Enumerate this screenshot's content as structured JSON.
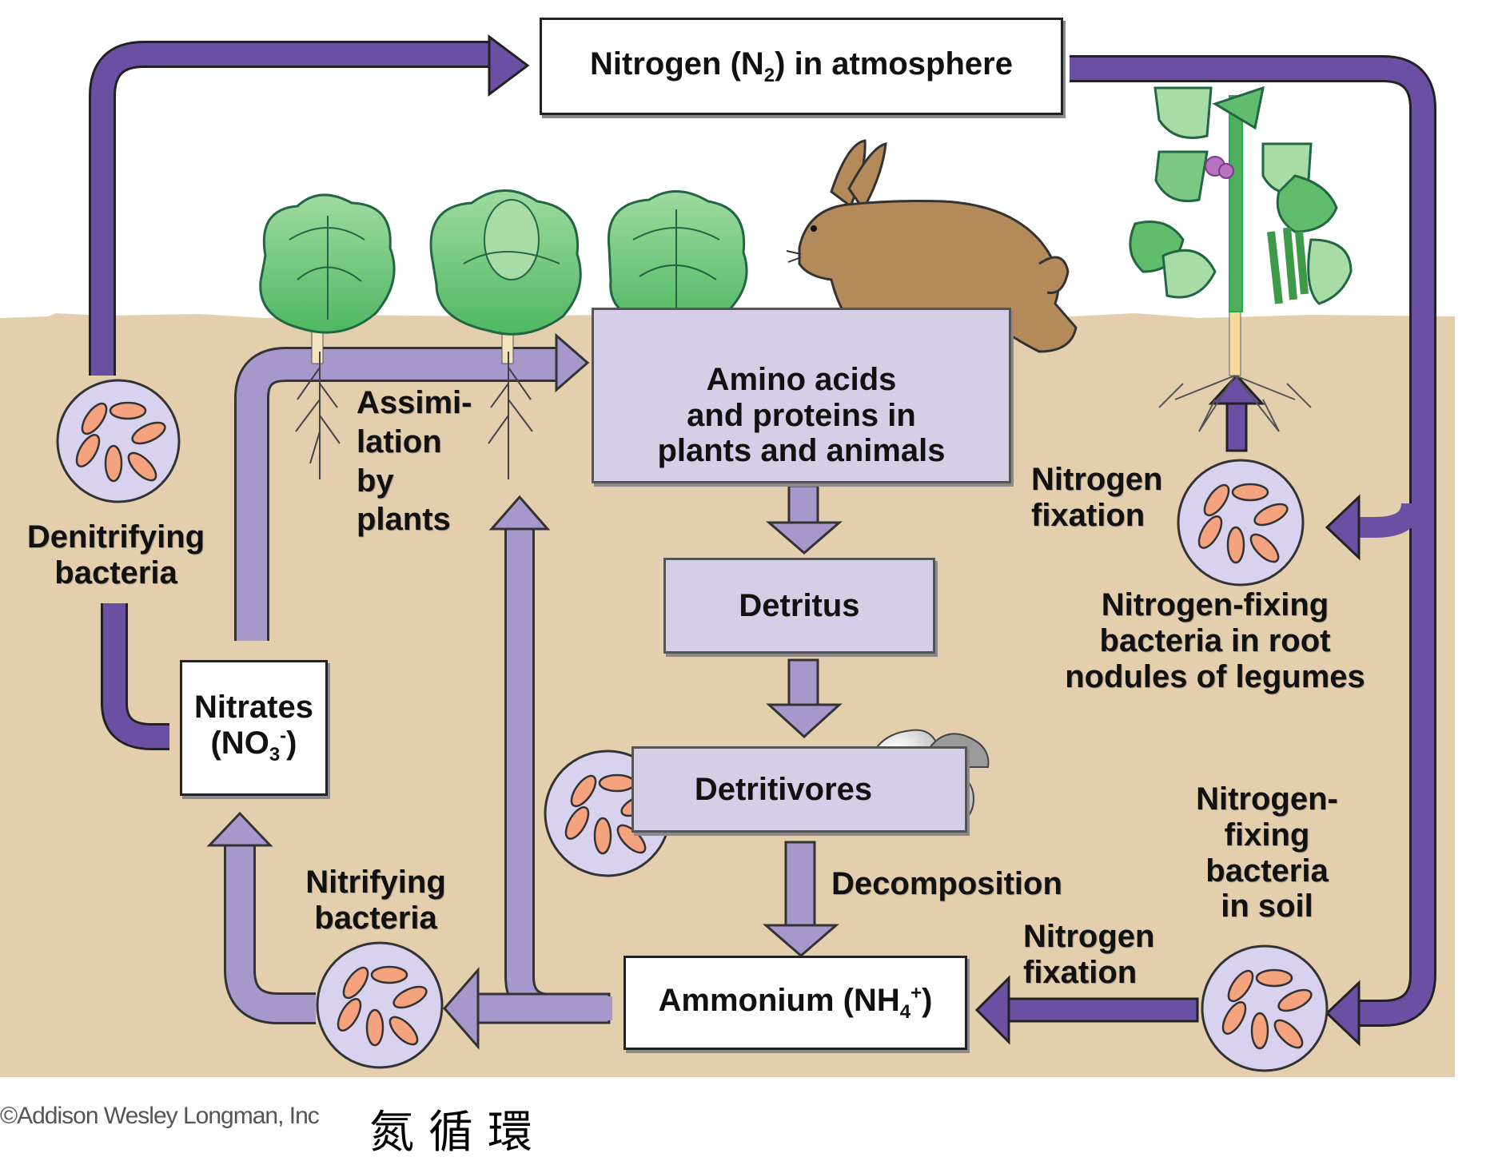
{
  "diagram": {
    "title": "Nitrogen cycle",
    "colors": {
      "soil": "#e3cfae",
      "sky": "#ffffff",
      "dark_arrow": "#6a4fa3",
      "light_arrow": "#a798cc",
      "lilac_box": "#d6cde6",
      "bacteria": "#f5a37f",
      "bacteria_disc": "#d8d2ee"
    },
    "boxes": {
      "atmosphere": {
        "main": "Nitrogen (N",
        "sub": "2",
        "tail": ") in atmosphere"
      },
      "amino_acids": {
        "lines": "Amino acids\nand proteins in\nplants and animals"
      },
      "detritus": {
        "label": "Detritus"
      },
      "detritivores": {
        "label": "Detritivores"
      },
      "nitrates": {
        "line1": "Nitrates",
        "line2_main": "(NO",
        "line2_sub": "3",
        "line2_sup": "-",
        "line2_tail": ")"
      },
      "ammonium": {
        "main": "Ammonium (NH",
        "sub": "4",
        "sup": "+",
        "tail": ")"
      }
    },
    "labels": {
      "denitrifying": "Denitrifying\nbacteria",
      "assimilation": "Assimi-\nlation\nby\nplants",
      "nitrogen_fixation_top": "Nitrogen\nfixation",
      "root_nodules": "Nitrogen-fixing\nbacteria in root\nnodules of legumes",
      "decomposition": "Decomposition",
      "soil_bacteria": "Nitrogen-\nfixing\nbacteria\nin soil",
      "nitrogen_fixation_bottom": "Nitrogen\nfixation",
      "nitrifying": "Nitrifying\nbacteria"
    },
    "illustrations": [
      "cabbage",
      "cabbage",
      "cabbage",
      "rabbit",
      "legume-plant",
      "mushrooms"
    ],
    "footer": {
      "copyright": "©Addison Wesley Longman, Inc",
      "chinese_title": "氮循環"
    }
  }
}
